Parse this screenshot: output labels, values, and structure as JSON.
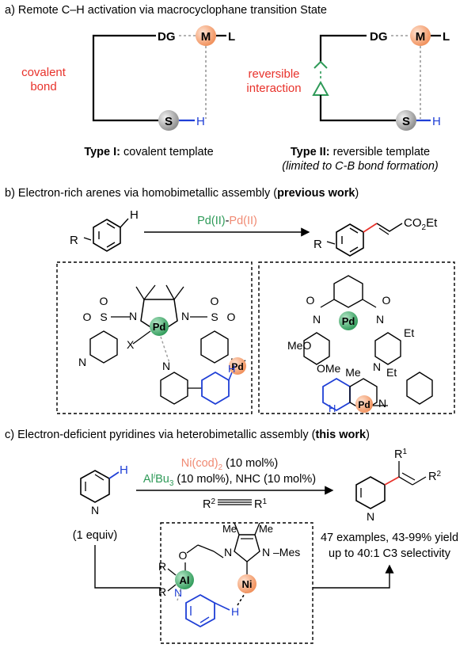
{
  "section_a": {
    "heading": "a) Remote C–H activation via macrocyclophane transition State",
    "type1": {
      "dg": "DG",
      "metal": "M",
      "ligand": "L",
      "substrate": "S",
      "hydrogen": "H",
      "link_label_line1": "covalent",
      "link_label_line2": "bond",
      "caption_bold": "Type I:",
      "caption_rest": "covalent template"
    },
    "type2": {
      "dg": "DG",
      "metal": "M",
      "ligand": "L",
      "substrate": "S",
      "hydrogen": "H",
      "link_label_line1": "reversible",
      "link_label_line2": "interaction",
      "caption_bold": "Type II:",
      "caption_rest": "reversible template",
      "caption_note": "(limited to C-B bond formation)"
    }
  },
  "section_b": {
    "heading_pre": "b) Electron-rich arenes via homobimetallic assembly (",
    "heading_bold": "previous work",
    "heading_post": ")",
    "scheme": {
      "reagent_a": "Pd(II)",
      "reagent_sep": "-",
      "reagent_b": "Pd(II)",
      "sm_r": "R",
      "sm_h": "H",
      "pr_r": "R",
      "product_group": "CO2Et"
    },
    "left_box": {
      "pd_center": "Pd",
      "pd_remote": "Pd",
      "x": "X",
      "h": "H"
    },
    "right_box": {
      "pd_center": "Pd",
      "pd_remote": "Pd",
      "h": "H",
      "et1": "Et",
      "et2": "Et",
      "meo": "MeO",
      "ome": "OMe",
      "n_cn": "N"
    }
  },
  "section_c": {
    "heading_pre": "c) Electron-deficient pyridines via heterobimetallic assembly (",
    "heading_bold": "this work",
    "heading_post": ")",
    "reagents": {
      "line1_colored": "Ni(cod)2",
      "line1_rest": "(10 mol%)",
      "line2_colored": "AliBu3",
      "line2_rest": "(10 mol%), NHC (10 mol%)",
      "alkyne_r2": "R2",
      "alkyne_r1": "R1"
    },
    "sm_h": "H",
    "sm_equiv": "(1 equiv)",
    "product": {
      "r1": "R1",
      "r2": "R2"
    },
    "results": [
      "47 examples, 43-99% yield",
      "up to 40:1 C3 selectivity"
    ],
    "complex": {
      "al": "Al",
      "ni": "Ni",
      "me1": "Me",
      "me2": "Me",
      "mes": "N–Mes",
      "o": "O",
      "r1": "R",
      "r2": "R",
      "h": "H"
    }
  },
  "colors": {
    "red_label": "#E8322B",
    "green_label": "#2E9A58",
    "salmon_label": "#F08A73",
    "blue_bond": "#1F3FD6",
    "metal_orange": "#F5A77C",
    "metal_green": "#3FAE72",
    "substrate_grey": "#8E8E8E"
  }
}
